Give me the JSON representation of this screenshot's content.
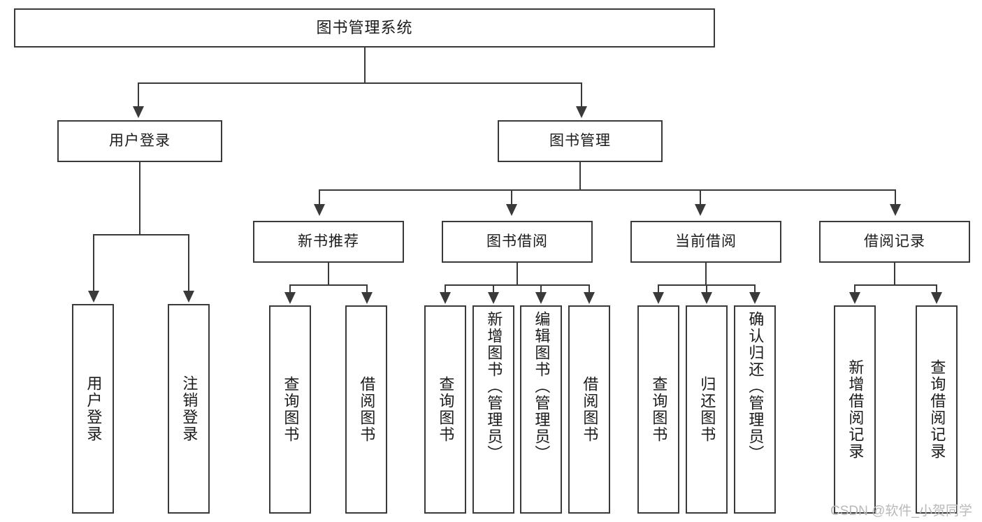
{
  "diagram": {
    "type": "tree-hierarchy",
    "title": "图书管理系统",
    "root": {
      "id": "root",
      "label": "图书管理系统"
    },
    "level1": [
      {
        "id": "user-login",
        "label": "用户登录"
      },
      {
        "id": "book-manage",
        "label": "图书管理"
      }
    ],
    "level2": [
      {
        "id": "new-book-recommend",
        "label": "新书推荐",
        "parent": "book-manage"
      },
      {
        "id": "book-borrow",
        "label": "图书借阅",
        "parent": "book-manage"
      },
      {
        "id": "current-borrow",
        "label": "当前借阅",
        "parent": "book-manage"
      },
      {
        "id": "borrow-record",
        "label": "借阅记录",
        "parent": "book-manage"
      }
    ],
    "leaves": {
      "user-login": [
        {
          "id": "leaf-user-login",
          "label": "用户登录"
        },
        {
          "id": "leaf-user-logout",
          "label": "注销登录"
        }
      ],
      "new-book-recommend": [
        {
          "id": "leaf-query-book-1",
          "label": "查询图书"
        },
        {
          "id": "leaf-borrow-book-1",
          "label": "借阅图书"
        }
      ],
      "book-borrow": [
        {
          "id": "leaf-query-book-2",
          "label": "查询图书"
        },
        {
          "id": "leaf-add-book",
          "label": "新增图书（管理员）"
        },
        {
          "id": "leaf-edit-book",
          "label": "编辑图书（管理员）"
        },
        {
          "id": "leaf-borrow-book-2",
          "label": "借阅图书"
        }
      ],
      "current-borrow": [
        {
          "id": "leaf-query-book-3",
          "label": "查询图书"
        },
        {
          "id": "leaf-return-book",
          "label": "归还图书"
        },
        {
          "id": "leaf-confirm-return",
          "label": "确认归还（管理员）"
        }
      ],
      "borrow-record": [
        {
          "id": "leaf-add-record",
          "label": "新增借阅记录"
        },
        {
          "id": "leaf-query-record",
          "label": "查询借阅记录"
        }
      ]
    },
    "colors": {
      "stroke": "#3a3a3a",
      "fill": "#ffffff",
      "text": "#1b1b1b",
      "watermark": "#b9b9b9"
    }
  },
  "watermark": {
    "text": "CSDN @软件_小贺同学"
  }
}
